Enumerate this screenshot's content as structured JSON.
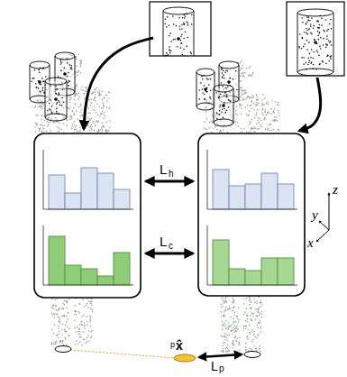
{
  "diagram": {
    "labels": [
      "L",
      "h",
      "z",
      "y",
      "x",
      "L",
      "c",
      "p",
      "x̂",
      "L",
      "p"
    ]
  }
}
